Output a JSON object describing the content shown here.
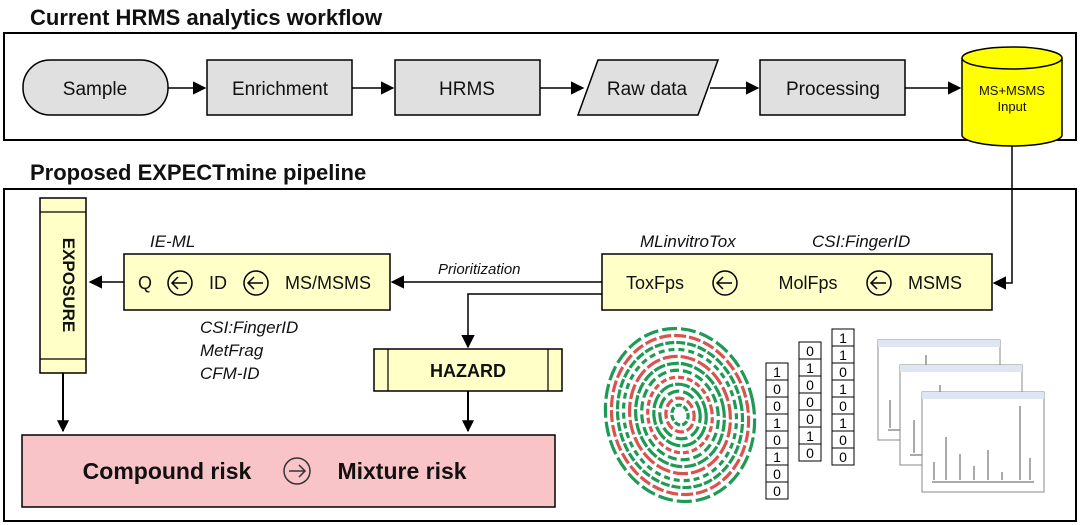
{
  "sections": {
    "current_title": "Current HRMS analytics workflow",
    "proposed_title": "Proposed EXPECTmine pipeline"
  },
  "workflow": {
    "sample": "Sample",
    "enrichment": "Enrichment",
    "hrms": "HRMS",
    "raw_data": "Raw data",
    "processing": "Processing",
    "input_line1": "MS+MSMS",
    "input_line2": "Input"
  },
  "pipeline": {
    "ie_ml_label": "IE-ML",
    "q": "Q",
    "id": "ID",
    "ms_msms": "MS/MSMS",
    "ie_tools": [
      "CSI:FingerID",
      "MetFrag",
      "CFM-ID"
    ],
    "prioritization": "Prioritization",
    "mlinvitrotox": "MLinvitroTox",
    "csi_fingerid": "CSI:FingerID",
    "toxfps": "ToxFps",
    "molfps": "MolFps",
    "msms": "MSMS",
    "exposure": "EXPOSURE",
    "hazard": "HAZARD",
    "compound_risk": "Compound risk",
    "mixture_risk": "Mixture risk"
  },
  "fingerprint_bits": {
    "col1": [
      "1",
      "0",
      "0",
      "1",
      "0",
      "1",
      "0",
      "0"
    ],
    "col2": [
      "0",
      "1",
      "0",
      "0",
      "0",
      "1",
      "0"
    ],
    "col3": [
      "1",
      "1",
      "0",
      "1",
      "0",
      "1",
      "0",
      "0"
    ]
  },
  "colors": {
    "box_gray": "#e0e0e0",
    "input_yellow": "#ffff00",
    "pipeline_yellow": "#ffffc8",
    "risk_pink": "#f9c4c8",
    "fingerprint_green": "#1e9a55",
    "fingerprint_red": "#d9534f"
  }
}
